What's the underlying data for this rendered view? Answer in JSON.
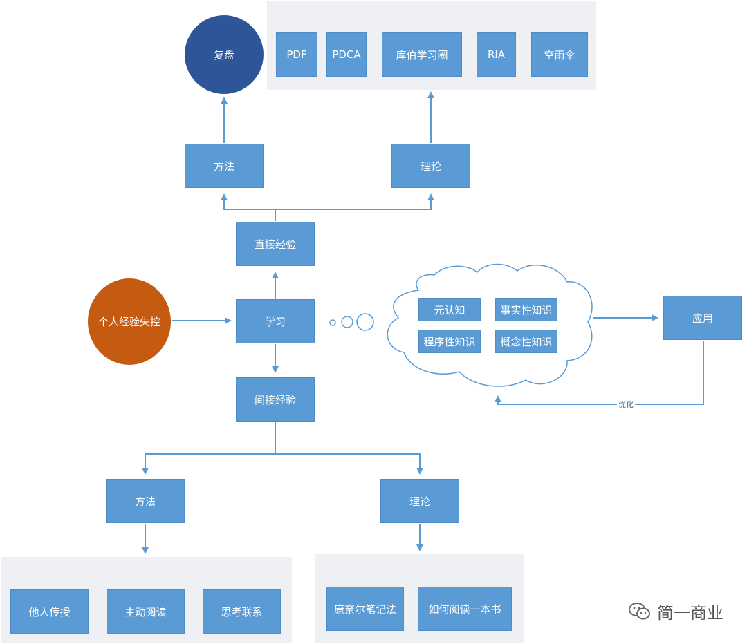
{
  "nodes": {
    "review": "复盘",
    "method_top": "方法",
    "theory_top": "理论",
    "direct_experience": "直接经验",
    "learning": "学习",
    "personal_experience_loss": "个人经验失控",
    "indirect_experience": "间接经验",
    "method_bottom": "方法",
    "theory_bottom": "理论",
    "application": "应用"
  },
  "top_theories": [
    "PDF",
    "PDCA",
    "库伯学习圈",
    "RIA",
    "空雨伞"
  ],
  "knowledge_types": [
    "元认知",
    "事实性知识",
    "程序性知识",
    "概念性知识"
  ],
  "bottom_methods": [
    "他人传授",
    "主动阅读",
    "思考联系"
  ],
  "bottom_theories": [
    "康奈尔笔记法",
    "如何阅读一本书"
  ],
  "edge_labels": {
    "optimize": "优化"
  },
  "watermark": {
    "text": "简一商业",
    "icon": "wechat-icon"
  },
  "colors": {
    "box": "#5b9bd5",
    "review_circle": "#2e5597",
    "personal_circle": "#c55a11",
    "arrow": "#5b9bd5",
    "panel": "#eef0f3"
  }
}
